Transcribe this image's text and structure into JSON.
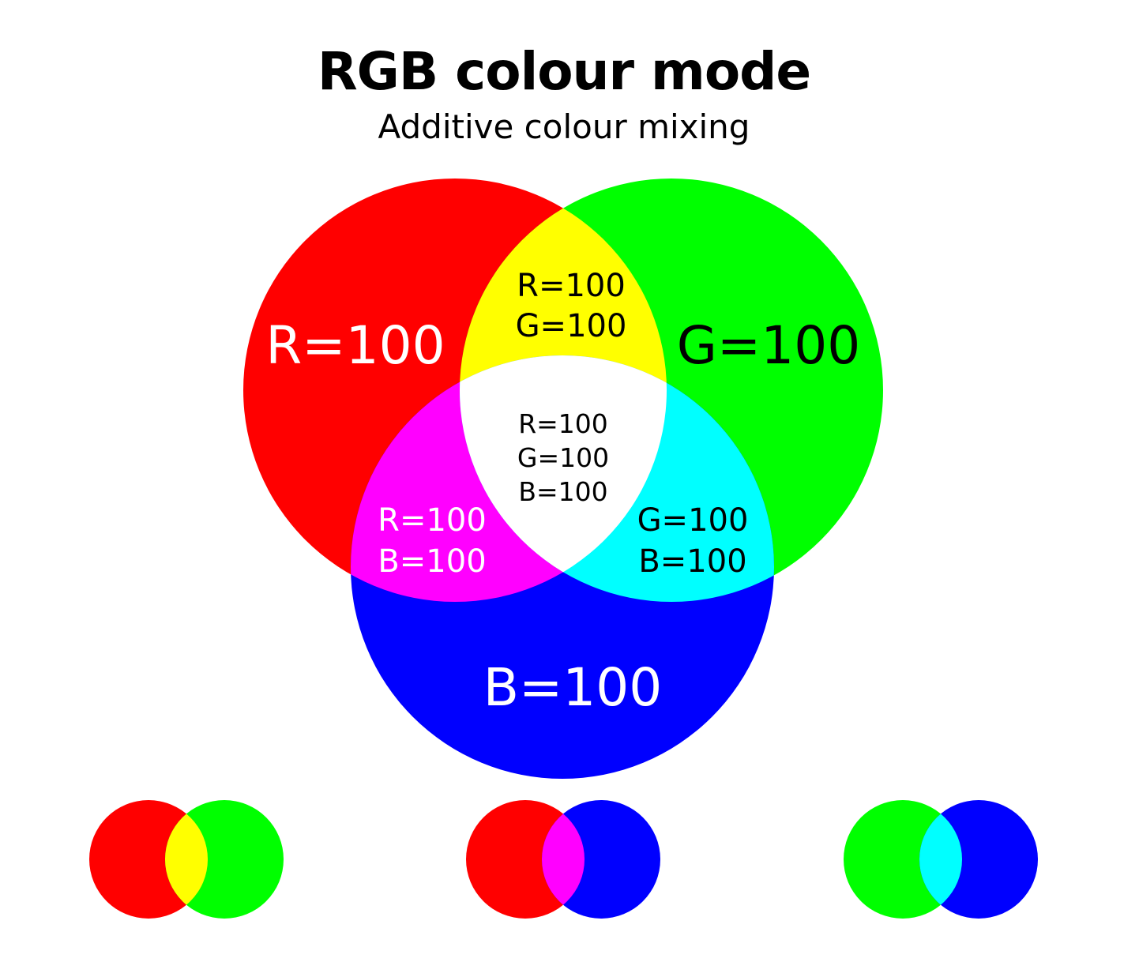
{
  "title": "RGB colour mode",
  "subtitle": "Additive colour mixing",
  "colors": {
    "red": "#ff0000",
    "green": "#00ff00",
    "blue": "#0000ff",
    "yellow": "#ffff00",
    "magenta": "#ff00ff",
    "cyan": "#00ffff",
    "white": "#ffffff",
    "text_dark": "#000000",
    "text_light": "#ffffff"
  },
  "labels": {
    "red": "R=100",
    "green": "G=100",
    "blue": "B=100",
    "red_green": [
      "R=100",
      "G=100"
    ],
    "red_blue": [
      "R=100",
      "B=100"
    ],
    "green_blue": [
      "G=100",
      "B=100"
    ],
    "all": [
      "R=100",
      "G=100",
      "B=100"
    ]
  },
  "pairs": [
    {
      "name": "red-green",
      "left": "red",
      "right": "green",
      "overlap": "yellow"
    },
    {
      "name": "red-blue",
      "left": "red",
      "right": "blue",
      "overlap": "magenta"
    },
    {
      "name": "green-blue",
      "left": "green",
      "right": "blue",
      "overlap": "cyan"
    }
  ]
}
